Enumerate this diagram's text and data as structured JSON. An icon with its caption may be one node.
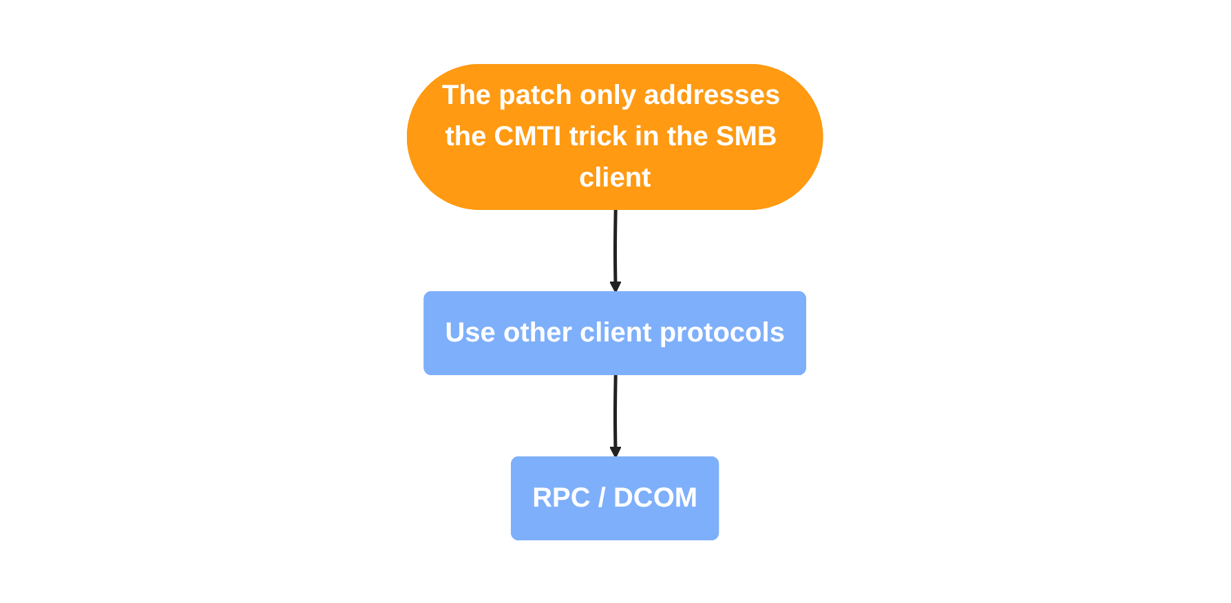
{
  "diagram": {
    "nodes": [
      {
        "text": [
          "The patch only addresses the CMTI trick in the SMB client"
        ]
      },
      {
        "text": [
          "Use other client protocols"
        ]
      },
      {
        "text": [
          "RPC / DCOM"
        ]
      }
    ],
    "edges": [
      {
        "from": 0,
        "to": 1,
        "arrow": "to"
      },
      {
        "from": 1,
        "to": 2,
        "arrow": "to"
      }
    ]
  }
}
